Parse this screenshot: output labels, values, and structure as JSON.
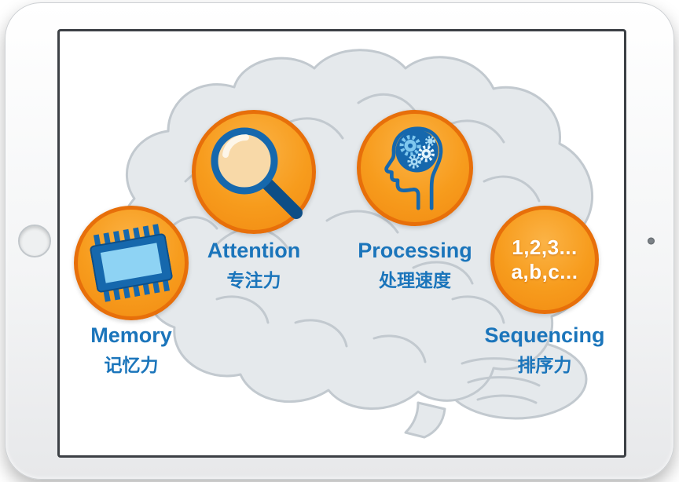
{
  "colors": {
    "circle_orange": "#F79C1D",
    "circle_border_orange": "#E76F0A",
    "label_blue": "#1B75BB",
    "icon_blue": "#1668AD",
    "icon_light_blue": "#8ED3F4",
    "brain_gray": "#E5E9EC",
    "brain_line_gray": "#C2C9CF"
  },
  "icons": {
    "memory": "chip-icon",
    "attention": "magnifier-icon",
    "processing": "head-gears-icon"
  },
  "skills": [
    {
      "label": "Memory",
      "label_zh": "记忆力"
    },
    {
      "label": "Attention",
      "label_zh": "专注力"
    },
    {
      "label": "Processing",
      "label_zh": "处理速度"
    },
    {
      "label": "Sequencing",
      "label_zh": "排序力",
      "circle_text": {
        "line1": "1,2,3...",
        "line2": "a,b,c..."
      }
    }
  ]
}
